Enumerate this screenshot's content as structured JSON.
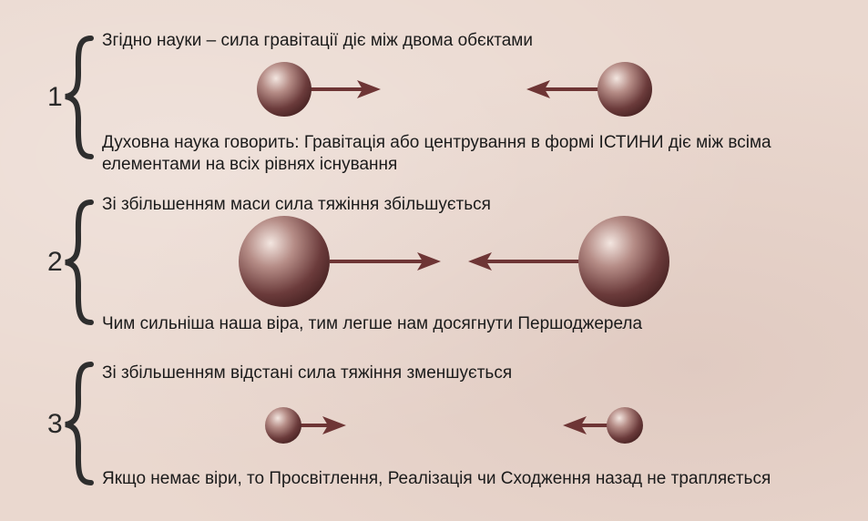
{
  "sections": [
    {
      "number": "1",
      "top_text": "Згідно науки – сила гравітації діє між двома обєктами",
      "bottom_text": "Духовна наука говорить: Гравітація або центрування в формі ІСТИНИ діє між всіма елементами на всіх рівнях існування"
    },
    {
      "number": "2",
      "top_text": "Зі збільшенням маси сила тяжіння збільшується",
      "bottom_text": "Чим сильніша наша віра, тим легше нам досягнути Першоджерела"
    },
    {
      "number": "3",
      "top_text": "Зі збільшенням відстані сила тяжіння зменшується",
      "bottom_text": "Якщо немає віри, то Просвітлення, Реалізація чи Сходження назад не трапляється"
    }
  ],
  "colors": {
    "background": "#ead8cf",
    "sphere": "#6b3b3b",
    "arrow": "#6e3535",
    "text": "#1b1b1b"
  }
}
